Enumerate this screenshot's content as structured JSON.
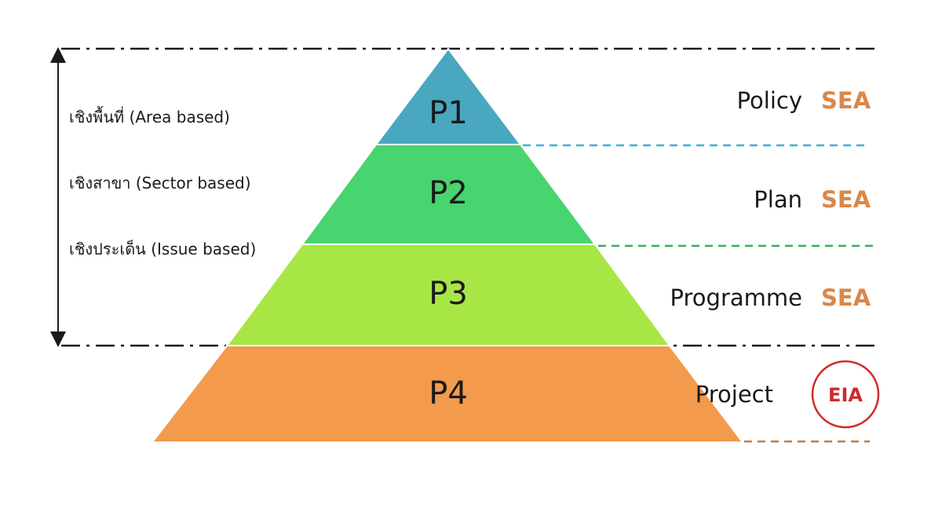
{
  "pyramid": {
    "levels": [
      {
        "label": "P1",
        "color": "#4aa7c0"
      },
      {
        "label": "P2",
        "color": "#48d46f"
      },
      {
        "label": "P3",
        "color": "#a8e645"
      },
      {
        "label": "P4",
        "color": "#f39a4c"
      }
    ]
  },
  "right_labels": {
    "policy": "Policy",
    "plan": "Plan",
    "programme": "Programme",
    "project": "Project",
    "sea_policy": "SEA",
    "sea_plan": "SEA",
    "sea_programme": "SEA",
    "eia": "EIA"
  },
  "left_labels": {
    "area": "เชิงพื้นที่ (Area based)",
    "sector": "เชิงสาขา (Sector based)",
    "issue": "เชิงประเด็น (Issue based)"
  },
  "colors": {
    "sea_text": "#d9884a",
    "eia_ring": "#d02a2a",
    "divider_p1": "#3ab0d8",
    "divider_p2": "#2eb35a",
    "divider_p4": "#c07a44"
  }
}
